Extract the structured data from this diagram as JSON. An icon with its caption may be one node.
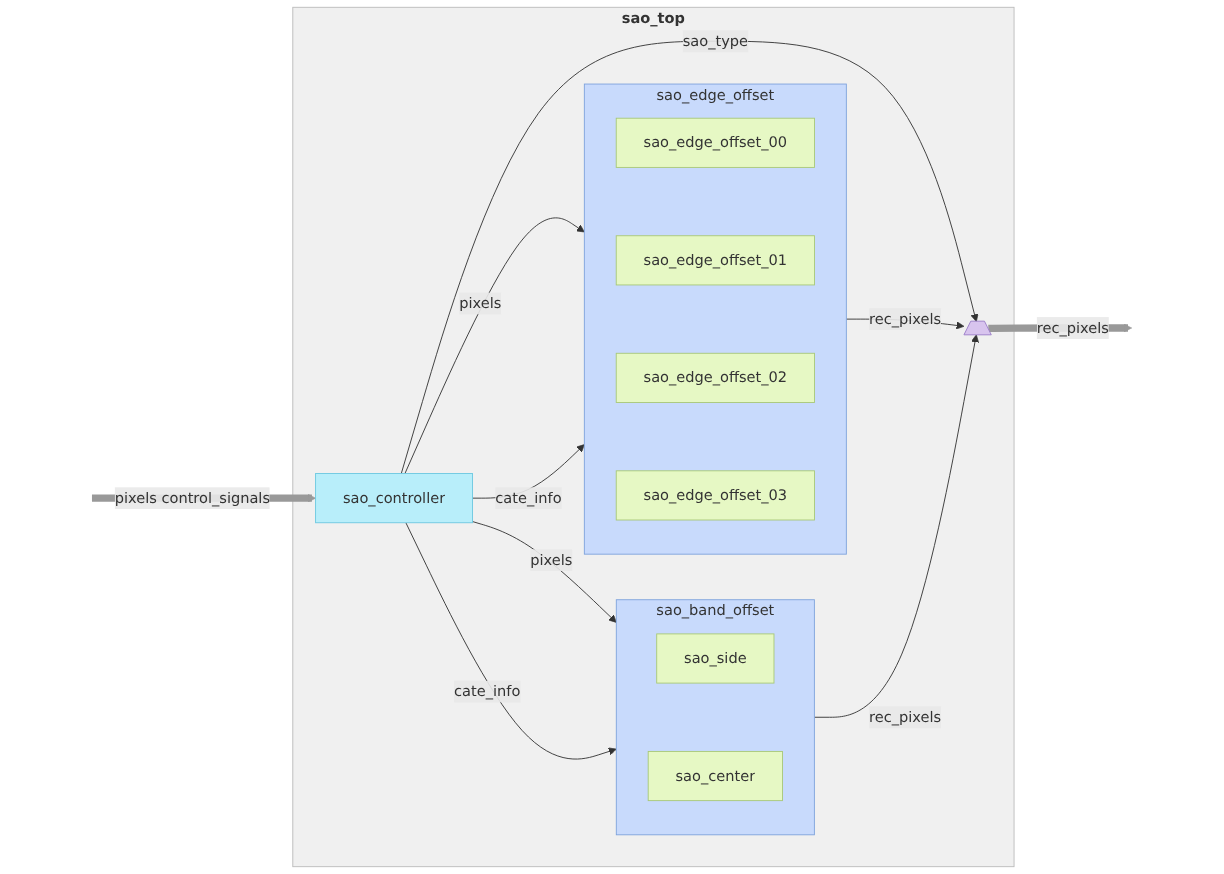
{
  "diagram": {
    "nodes": [
      {
        "text": [
          "sao_top"
        ]
      },
      {
        "text": [
          "sao_controller"
        ],
        "in": 0
      },
      {
        "text": [
          "sao_edge_offset"
        ],
        "in": 0
      },
      {
        "text": [
          "sao_edge_offset_00"
        ],
        "in": 2
      },
      {
        "text": [
          "sao_edge_offset_01"
        ],
        "in": 2
      },
      {
        "text": [
          "sao_edge_offset_02"
        ],
        "in": 2
      },
      {
        "text": [
          "sao_edge_offset_03"
        ],
        "in": 2
      },
      {
        "text": [
          "sao_band_offset"
        ],
        "in": 0
      },
      {
        "text": [
          "sao_side"
        ],
        "in": 7
      },
      {
        "text": [
          "sao_center"
        ],
        "in": 7
      },
      {
        "text": [],
        "shape": "trapezoid",
        "in": 0
      }
    ],
    "edges": [
      {
        "from": null,
        "to": 1,
        "arrow": "to",
        "label": "pixels control_signals",
        "style": "thick",
        "color": "#999999"
      },
      {
        "from": 1,
        "to": 2,
        "arrow": "to",
        "label": "pixels"
      },
      {
        "from": 1,
        "to": 2,
        "arrow": "to",
        "label": "cate_info"
      },
      {
        "from": 1,
        "to": 7,
        "arrow": "to",
        "label": "pixels"
      },
      {
        "from": 1,
        "to": 7,
        "arrow": "to",
        "label": "cate_info"
      },
      {
        "from": 1,
        "to": 10,
        "arrow": "to",
        "label": "sao_type"
      },
      {
        "from": 2,
        "to": 10,
        "arrow": "to",
        "label": "rec_pixels"
      },
      {
        "from": 7,
        "to": 10,
        "arrow": "to",
        "label": "rec_pixels"
      },
      {
        "from": 10,
        "to": null,
        "arrow": "to",
        "label": "rec_pixels",
        "style": "thick",
        "color": "#999999"
      }
    ]
  }
}
